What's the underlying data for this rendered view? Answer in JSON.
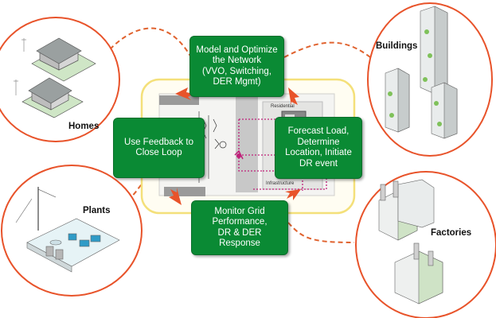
{
  "boxes": {
    "optimize": "Model and Optimize\nthe Network\n(VVO, Switching,\nDER Mgmt)",
    "forecast": "Forecast Load,\nDetermine\nLocation, Initiate\nDR event",
    "monitor": "Monitor Grid\nPerformance,\nDR & DER\nResponse",
    "feedback": "Use Feedback to\nClose Loop"
  },
  "labels": {
    "homes": "Homes",
    "buildings": "Buildings",
    "plants": "Plants",
    "factories": "Factories"
  },
  "center_text": {
    "residential": "Residential",
    "infrastructure": "Infrastructure"
  },
  "colors": {
    "box_green": "#0a8a34",
    "circle_orange": "#e8532a",
    "dashed_orange": "#e0622e",
    "frame_yellow": "#f4e07a",
    "flow_magenta": "#c0207a"
  },
  "icons": [
    "house-icon",
    "building-icon",
    "power-plant-icon",
    "factory-icon",
    "refresh-arrow-icon"
  ]
}
